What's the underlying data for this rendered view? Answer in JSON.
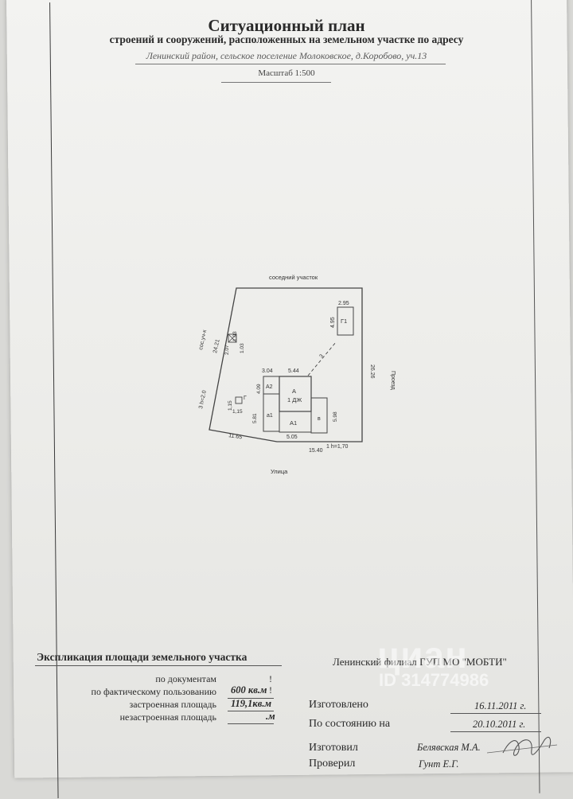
{
  "header": {
    "title": "Ситуационный план",
    "subtitle": "строений и сооружений, расположенных на земельном участке  по адресу",
    "address": "Ленинский район, сельское поселение Молоковское, д.Коробово, уч.13",
    "scale": "Масштаб 1:500"
  },
  "plan": {
    "top_neighbor": "соседний участок",
    "left_neighbor": "сос.уч-к",
    "right_label": "Проезд",
    "bottom_label": "Улица",
    "dims": {
      "top_left_side": "24.21",
      "right_side": "26.26",
      "bottom_left": "11.65",
      "bottom_right": "15.40",
      "left_lower": "3 h=2.0",
      "bottom_mark": "1 h=1,70",
      "g1_width": "2.95",
      "g1_height": "4.95",
      "small_w": "2.07",
      "small_h": "1.03",
      "small_h2": "1.03",
      "g_w": "1,15",
      "g_h": "1,15",
      "house_top_left": "3.04",
      "house_top_right": "5.44",
      "house_left_upper": "4.09",
      "house_left_lower": "5.81",
      "house_right": "5.98",
      "house_bottom": "5.05",
      "diag": "3"
    },
    "labels": {
      "g1": "Г1",
      "g": "Г",
      "a2": "А2",
      "a": "А",
      "house": "1 ДЖ",
      "a1_left": "а1",
      "a1_main": "А1",
      "v": "в"
    }
  },
  "explication": {
    "title": "Экспликация площади земельного участка",
    "rows": [
      {
        "label": "по документам",
        "value": ""
      },
      {
        "label": "по фактическому пользованию",
        "value": "600 кв.м"
      },
      {
        "label": "застроенная площадь",
        "value": "119,1кв.м"
      },
      {
        "label": "незастроенная площадь",
        "value": ".м"
      }
    ],
    "mark_1": "!",
    "mark_2": "!"
  },
  "organization": "Ленинский филиал ГУП МО \"МОБТИ\"",
  "info": [
    {
      "label": "Изготовлено",
      "value": "16.11.2011 г."
    },
    {
      "label": "По состоянию на",
      "value": "20.10.2011 г."
    },
    {
      "label": "Изготовил",
      "value": "Белявская М.А."
    },
    {
      "label": "Проверил",
      "value": "Гунт Е.Г."
    }
  ],
  "watermark": {
    "brand": "циан",
    "id": "ID 314774986"
  },
  "colors": {
    "paper": "#ecece9",
    "ink": "#2a2a2a",
    "line": "#444444",
    "background": "#d9d9d6"
  }
}
